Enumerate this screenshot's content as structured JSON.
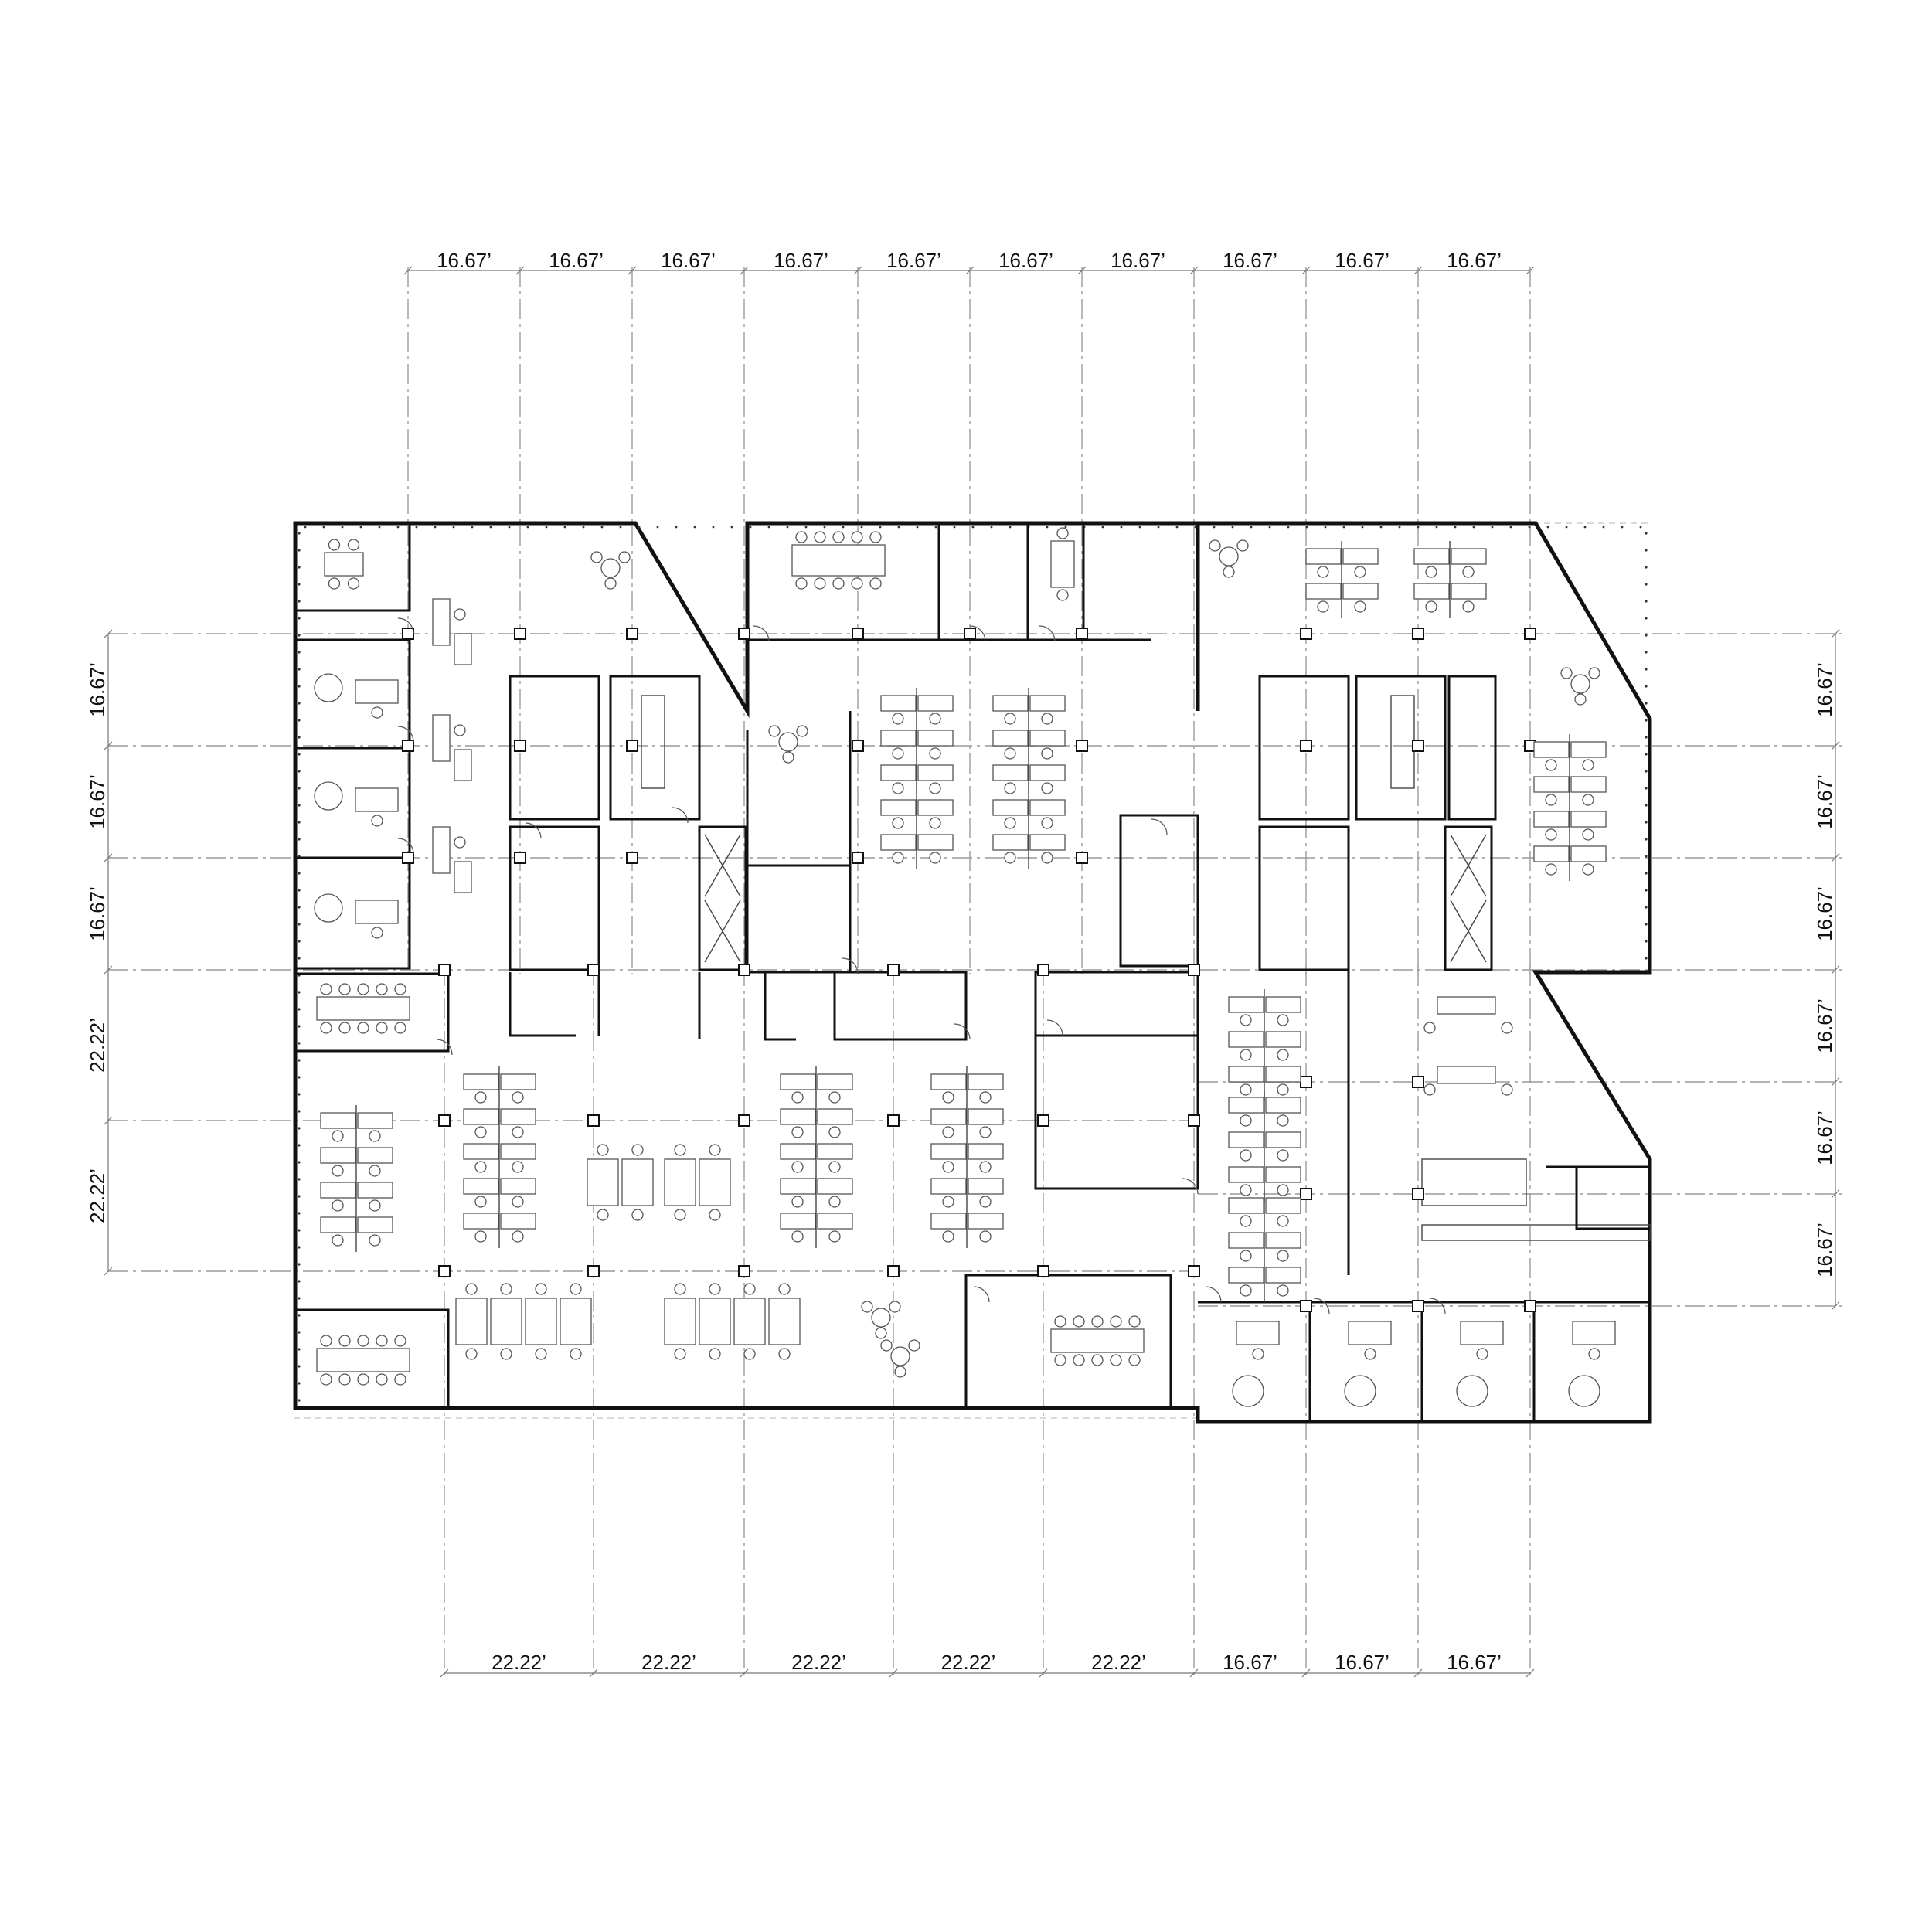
{
  "top_dimensions": [
    "16.67’",
    "16.67’",
    "16.67’",
    "16.67’",
    "16.67’",
    "16.67’",
    "16.67’",
    "16.67’",
    "16.67’",
    "16.67’"
  ],
  "bottom_dimensions": [
    "22.22’",
    "22.22’",
    "22.22’",
    "22.22’",
    "22.22’",
    "16.67’",
    "16.67’",
    "16.67’"
  ],
  "left_dimensions": [
    "16.67’",
    "16.67’",
    "16.67’",
    "22.22’",
    "22.22’"
  ],
  "right_dimensions": [
    "16.67’",
    "16.67’",
    "16.67’",
    "16.67’",
    "16.67’",
    "16.67’"
  ],
  "colors": {
    "wall": "#111111",
    "grid": "#9a9a9a",
    "furniture": "#555555",
    "background": "#ffffff"
  }
}
